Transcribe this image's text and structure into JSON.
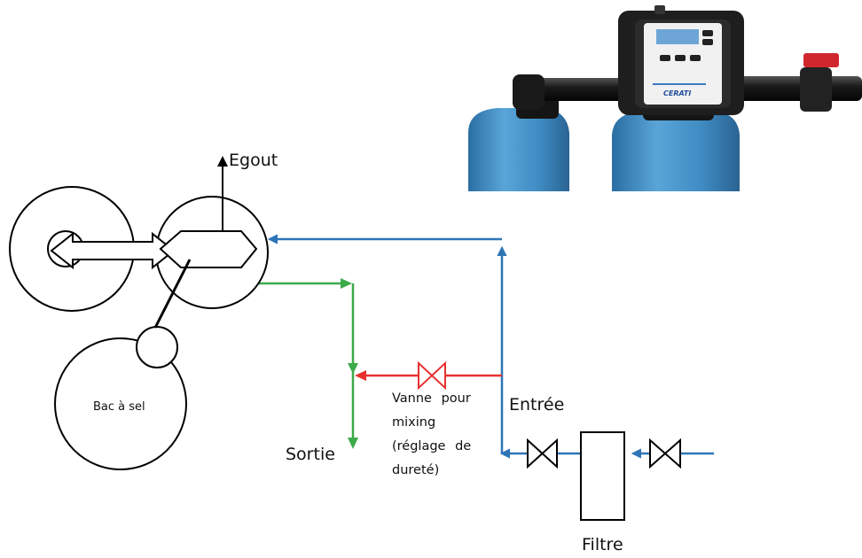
{
  "labels": {
    "egout": "Egout",
    "bac": "Bac à sel",
    "sortie": "Sortie",
    "entree": "Entrée",
    "vanne": "Vanne pour mixing (réglage de dureté)",
    "filtre": "Filtre"
  },
  "photo": {
    "brand": "CERATI"
  },
  "colors": {
    "inlet": "#2E75B6",
    "outlet": "#3DAA4A",
    "bypass": "#E8312F",
    "outline": "#000000",
    "tank": "#3E8CC4",
    "valve_handle": "#D0272F"
  }
}
